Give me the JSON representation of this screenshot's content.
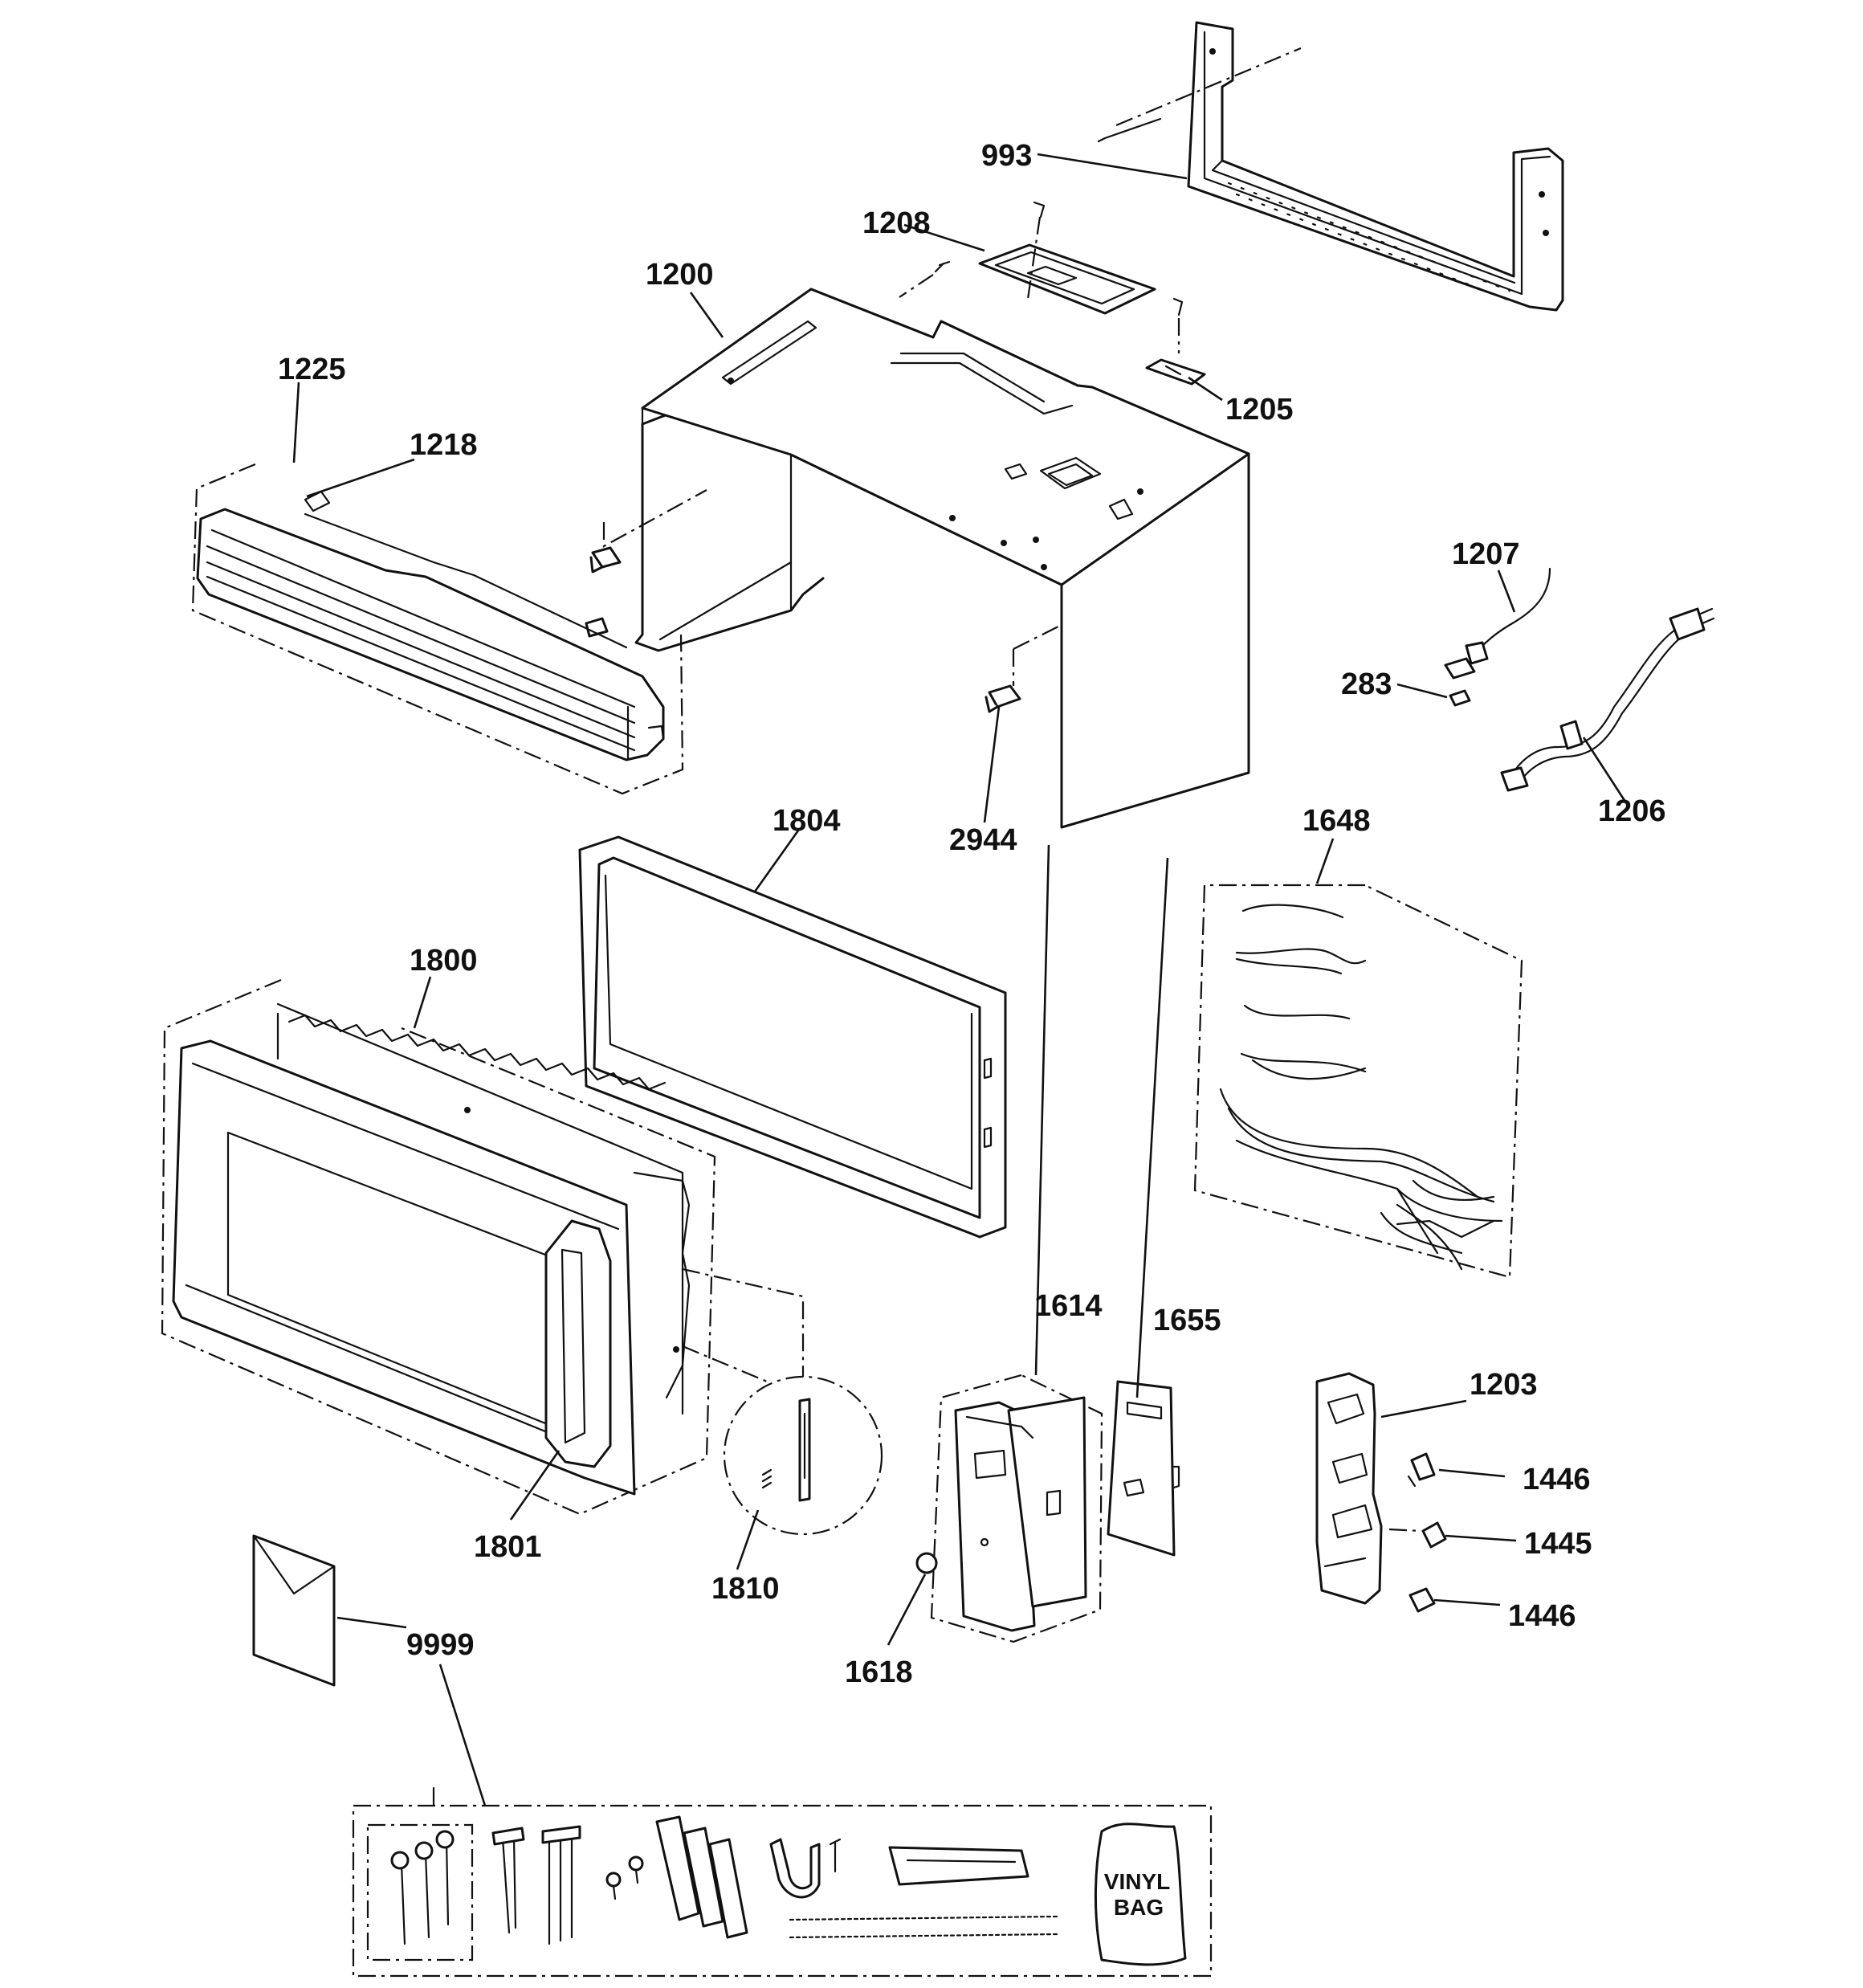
{
  "diagram": {
    "labels": {
      "p993": "993",
      "p1208": "1208",
      "p1200": "1200",
      "p1225": "1225",
      "p1218": "1218",
      "p1205": "1205",
      "p1207": "1207",
      "p283": "283",
      "p1206": "1206",
      "p2944": "2944",
      "p1804": "1804",
      "p1648": "1648",
      "p1800": "1800",
      "p1801": "1801",
      "p1810": "1810",
      "p1614": "1614",
      "p1655": "1655",
      "p1618": "1618",
      "p1203": "1203",
      "p1446a": "1446",
      "p1445": "1445",
      "p1446b": "1446",
      "p9999": "9999"
    },
    "bag_text": {
      "line1": "VINYL",
      "line2": "BAG"
    }
  }
}
